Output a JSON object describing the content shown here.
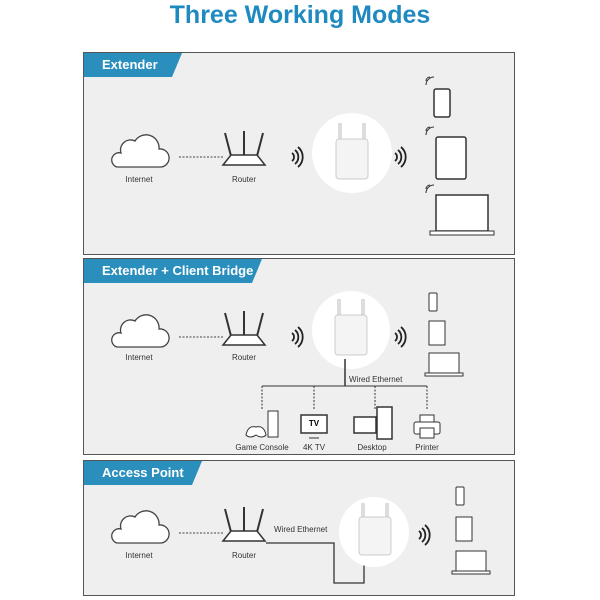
{
  "title": "Three Working Modes",
  "panels": [
    {
      "label": "Extender",
      "internet": "Internet",
      "router": "Router"
    },
    {
      "label": "Extender + Client Bridge",
      "internet": "Internet",
      "router": "Router",
      "wired": "Wired Ethernet",
      "devices": [
        "Game Console",
        "4K TV",
        "Desktop",
        "Printer"
      ],
      "tv_text": "TV"
    },
    {
      "label": "Access Point",
      "internet": "Internet",
      "router": "Router",
      "wired": "Wired Ethernet"
    }
  ]
}
